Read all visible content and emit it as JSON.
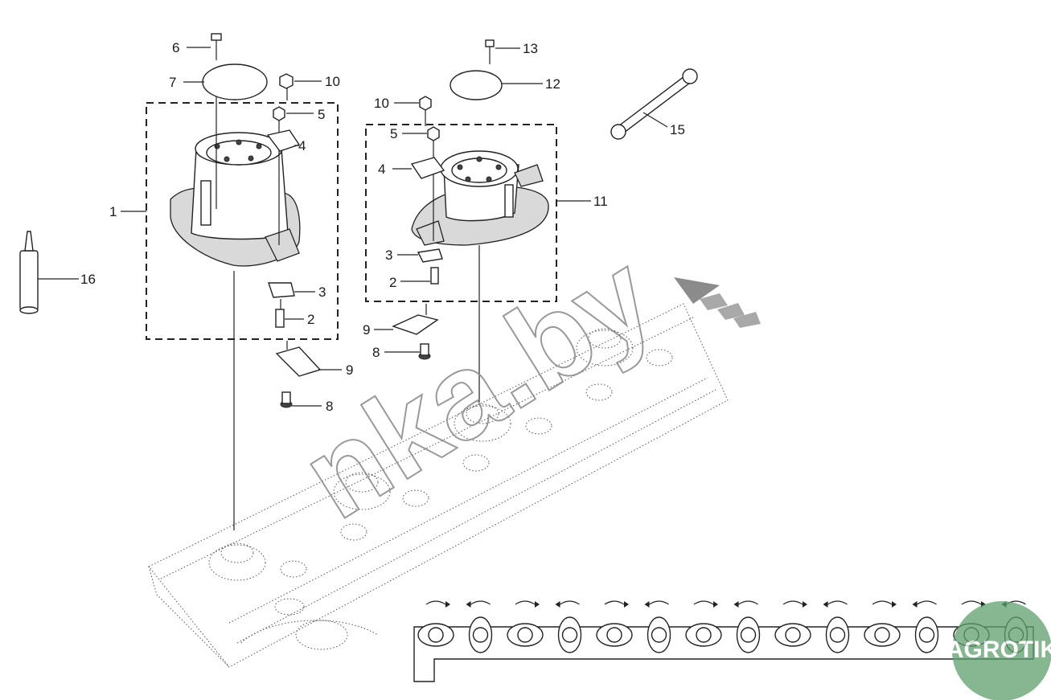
{
  "diagram": {
    "callouts": [
      {
        "id": "c1",
        "text": "1"
      },
      {
        "id": "c2a",
        "text": "2"
      },
      {
        "id": "c2b",
        "text": "2"
      },
      {
        "id": "c3a",
        "text": "3"
      },
      {
        "id": "c3b",
        "text": "3"
      },
      {
        "id": "c4a",
        "text": "4"
      },
      {
        "id": "c4b",
        "text": "4"
      },
      {
        "id": "c5a",
        "text": "5"
      },
      {
        "id": "c5b",
        "text": "5"
      },
      {
        "id": "c6",
        "text": "6"
      },
      {
        "id": "c7",
        "text": "7"
      },
      {
        "id": "c8a",
        "text": "8"
      },
      {
        "id": "c8b",
        "text": "8"
      },
      {
        "id": "c9a",
        "text": "9"
      },
      {
        "id": "c9b",
        "text": "9"
      },
      {
        "id": "c10a",
        "text": "10"
      },
      {
        "id": "c10b",
        "text": "10"
      },
      {
        "id": "c11",
        "text": "11"
      },
      {
        "id": "c12",
        "text": "12"
      },
      {
        "id": "c13",
        "text": "13"
      },
      {
        "id": "c15",
        "text": "15"
      },
      {
        "id": "c16",
        "text": "16"
      }
    ],
    "watermark": {
      "text": "nka.by",
      "badge_text": "AGROTIK"
    },
    "colors": {
      "line": "#222222",
      "watermark": "#9a9a9a",
      "badge": "#5ea06c"
    }
  }
}
